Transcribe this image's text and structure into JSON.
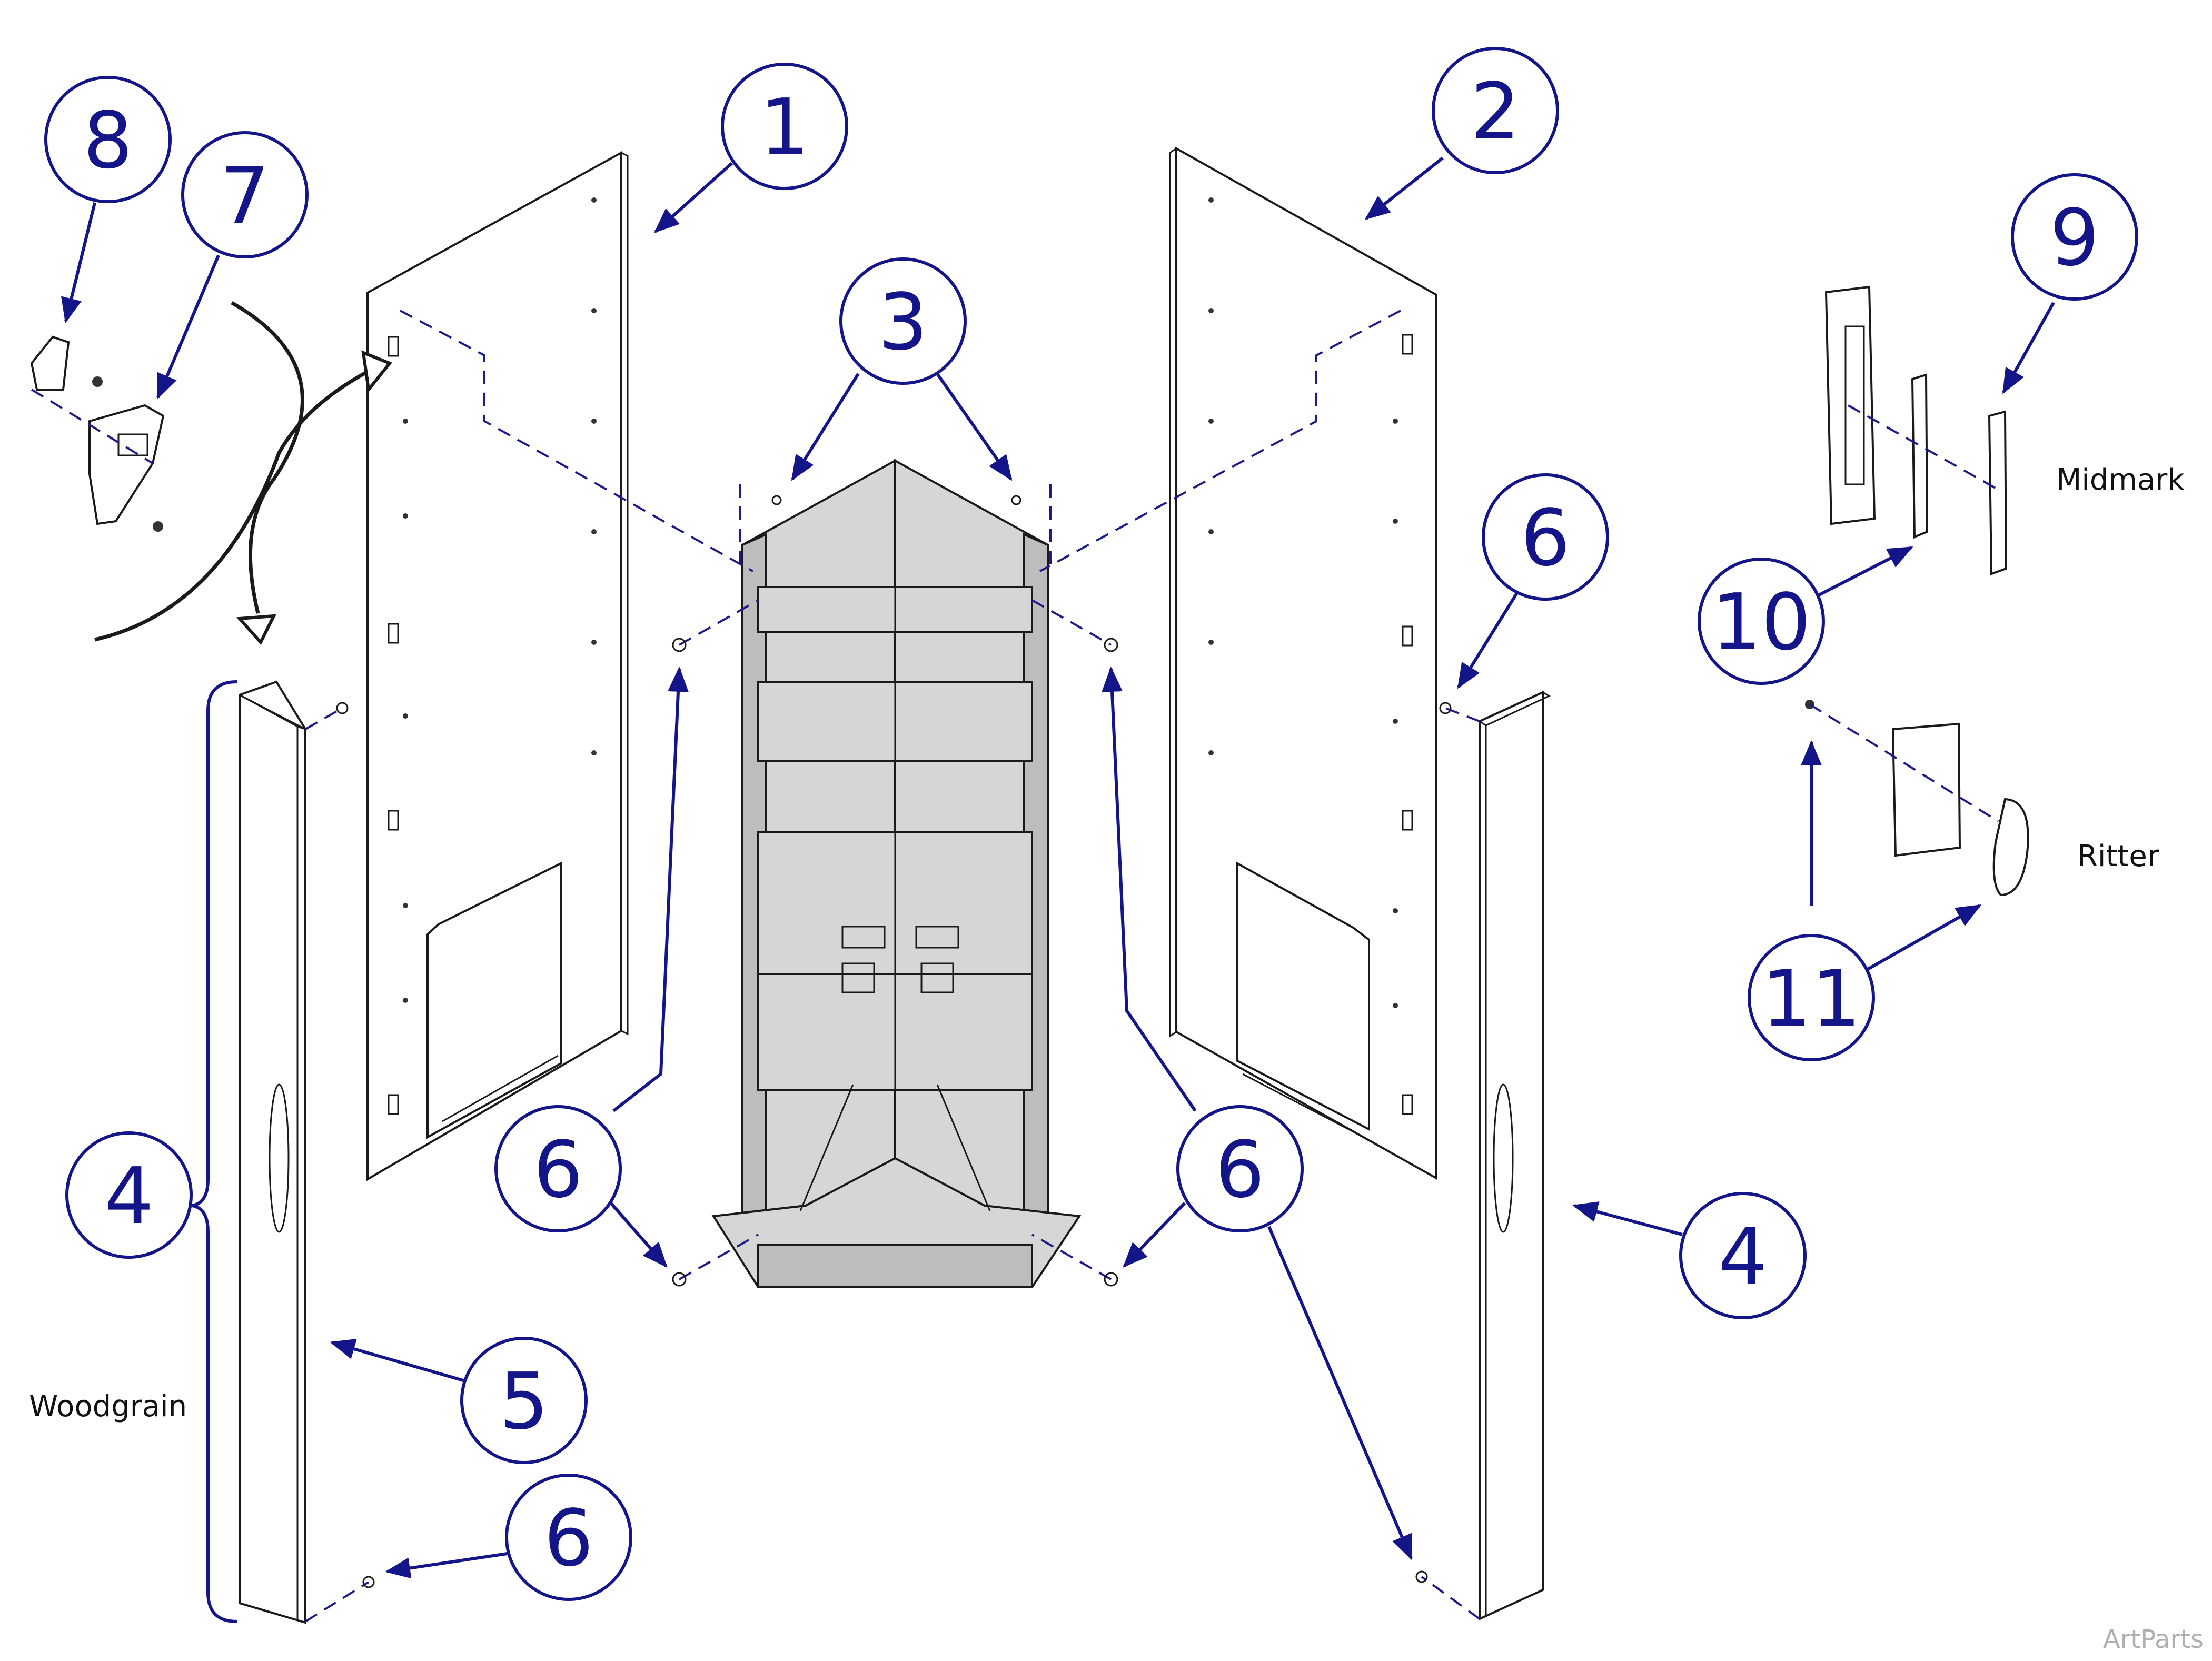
{
  "balloons": {
    "b1": "1",
    "b2": "2",
    "b3": "3",
    "b4_left": "4",
    "b4_right": "4",
    "b5": "5",
    "b6_upper_right": "6",
    "b6_center_left": "6",
    "b6_center_right": "6",
    "b6_bottom_left": "6",
    "b7": "7",
    "b8": "8",
    "b9": "9",
    "b10": "10",
    "b11": "11"
  },
  "labels": {
    "woodgrain": "Woodgrain",
    "midmark": "Midmark",
    "ritter": "Ritter"
  },
  "credit": "ArtParts",
  "colors": {
    "balloon": "#15158a",
    "leader_arrow": "#15158a",
    "line_art": "#1a1a1a",
    "frame_fill": "#d6d6d6"
  },
  "icons": {
    "leader_arrow": "filled-arrowhead",
    "transition_arrow": "curved-hollow-arrow"
  }
}
